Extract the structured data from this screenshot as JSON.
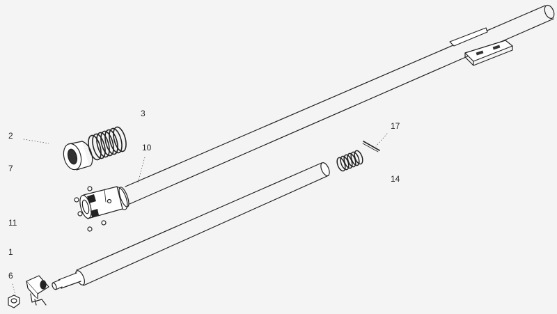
{
  "colors": {
    "background": "#f4f4f4",
    "ink": "#222222"
  },
  "callouts": {
    "c1": "1",
    "c2": "2",
    "c3": "3",
    "c6": "6",
    "c7": "7",
    "c10": "10",
    "c11": "11",
    "c14": "14",
    "c17": "17"
  },
  "parts": [
    "outer-shaft-tube",
    "mounting-bracket",
    "inner-shaft",
    "spring-large",
    "bushing",
    "splined-sleeve",
    "spring-small",
    "pin",
    "yoke-fitting",
    "nut",
    "balls"
  ]
}
